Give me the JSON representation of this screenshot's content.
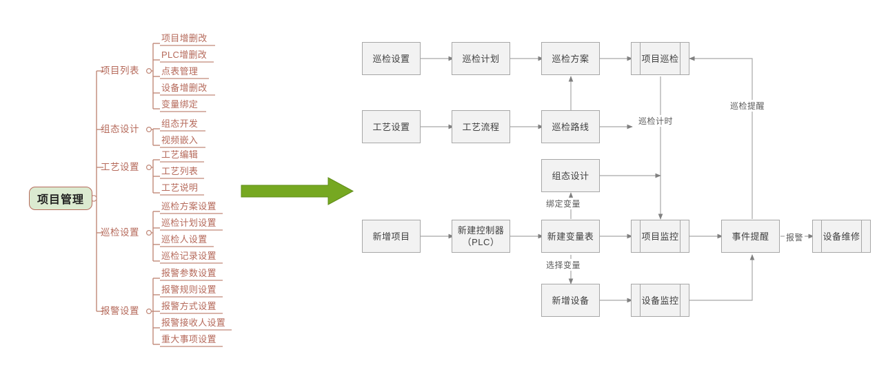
{
  "theme": {
    "mindmap_accent": "#b5695a",
    "root_fill": "#dbead0",
    "arrow_green": "#76a821",
    "box_fill": "#f2f2f2",
    "box_border": "#a6a6a6",
    "flow_text": "#404040"
  },
  "mindmap": {
    "root": "项目管理",
    "branches": [
      {
        "label": "项目列表",
        "children": [
          "项目增删改",
          "PLC增删改",
          "点表管理",
          "设备增删改",
          "变量绑定"
        ]
      },
      {
        "label": "组态设计",
        "children": [
          "组态开发",
          "视频嵌入"
        ]
      },
      {
        "label": "工艺设置",
        "children": [
          "工艺编辑",
          "工艺列表",
          "工艺说明"
        ]
      },
      {
        "label": "巡检设置",
        "children": [
          "巡检方案设置",
          "巡检计划设置",
          "巡检人设置",
          "巡检记录设置"
        ]
      },
      {
        "label": "报警设置",
        "children": [
          "报警参数设置",
          "报警规则设置",
          "报警方式设置",
          "报警接收人设置",
          "重大事项设置"
        ]
      }
    ]
  },
  "transition": {
    "icon": "green-right-arrow"
  },
  "flowchart": {
    "nodes": [
      {
        "id": "n1",
        "label": "巡检设置",
        "shape": "process"
      },
      {
        "id": "n2",
        "label": "巡检计划",
        "shape": "process"
      },
      {
        "id": "n3",
        "label": "巡检方案",
        "shape": "process"
      },
      {
        "id": "n4",
        "label": "项目巡检",
        "shape": "predefined-process"
      },
      {
        "id": "n5",
        "label": "工艺设置",
        "shape": "process"
      },
      {
        "id": "n6",
        "label": "工艺流程",
        "shape": "process"
      },
      {
        "id": "n7",
        "label": "巡检路线",
        "shape": "process"
      },
      {
        "id": "n8",
        "label": "组态设计",
        "shape": "process"
      },
      {
        "id": "n9",
        "label": "新增项目",
        "shape": "process"
      },
      {
        "id": "n10",
        "label": "新建控制器\n（PLC）",
        "shape": "process"
      },
      {
        "id": "n11",
        "label": "新建变量表",
        "shape": "process"
      },
      {
        "id": "n12",
        "label": "项目监控",
        "shape": "predefined-process"
      },
      {
        "id": "n13",
        "label": "事件提醒",
        "shape": "process"
      },
      {
        "id": "n14",
        "label": "设备维修",
        "shape": "predefined-process"
      },
      {
        "id": "n15",
        "label": "新增设备",
        "shape": "process"
      },
      {
        "id": "n16",
        "label": "设备监控",
        "shape": "predefined-process"
      }
    ],
    "edge_labels": [
      {
        "id": "e-xjjs",
        "text": "巡检计时"
      },
      {
        "id": "e-xjtx",
        "text": "巡检提醒"
      },
      {
        "id": "e-bdbl",
        "text": "绑定变量"
      },
      {
        "id": "e-xzbl",
        "text": "选择变量"
      },
      {
        "id": "e-bj",
        "text": "报警"
      }
    ],
    "edges": [
      {
        "from": "n1",
        "to": "n2"
      },
      {
        "from": "n2",
        "to": "n3"
      },
      {
        "from": "n3",
        "to": "n4"
      },
      {
        "from": "n5",
        "to": "n6"
      },
      {
        "from": "n6",
        "to": "n7"
      },
      {
        "from": "n7",
        "to": "n3"
      },
      {
        "from": "n4",
        "to": "n12",
        "label": "巡检计时"
      },
      {
        "from": "n13",
        "to": "n4",
        "label": "巡检提醒"
      },
      {
        "from": "n11",
        "to": "n8",
        "label": "绑定变量"
      },
      {
        "from": "n8",
        "to": "n12"
      },
      {
        "from": "n9",
        "to": "n10"
      },
      {
        "from": "n10",
        "to": "n11"
      },
      {
        "from": "n11",
        "to": "n12"
      },
      {
        "from": "n11",
        "to": "n15",
        "label": "选择变量"
      },
      {
        "from": "n15",
        "to": "n16"
      },
      {
        "from": "n12",
        "to": "n13"
      },
      {
        "from": "n16",
        "to": "n13"
      },
      {
        "from": "n13",
        "to": "n14",
        "label": "报警"
      }
    ]
  }
}
